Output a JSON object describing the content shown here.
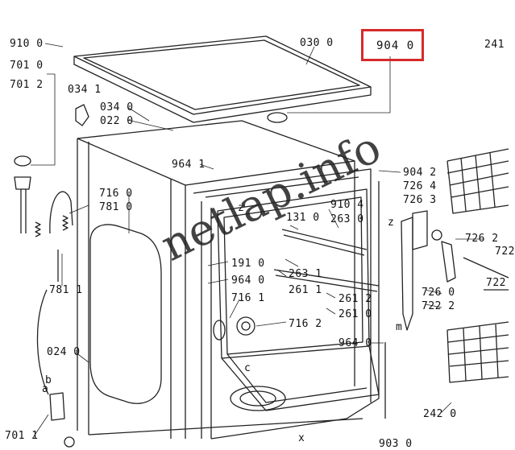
{
  "watermark": "netlap.info",
  "highlight_label": "904 0",
  "colors": {
    "highlight": "#d62a2a",
    "line": "#222222"
  },
  "labels": [
    {
      "key": "l910_0",
      "text": "910 0"
    },
    {
      "key": "l701_0",
      "text": "701 0"
    },
    {
      "key": "l701_2",
      "text": "701 2"
    },
    {
      "key": "l034_1",
      "text": "034 1"
    },
    {
      "key": "l034_0",
      "text": "034 0"
    },
    {
      "key": "l022_0",
      "text": "022 0"
    },
    {
      "key": "l030_0",
      "text": "030 0"
    },
    {
      "key": "l241",
      "text": "241"
    },
    {
      "key": "l964_1a",
      "text": "964 1"
    },
    {
      "key": "l904_2",
      "text": "904 2"
    },
    {
      "key": "l726_4",
      "text": "726 4"
    },
    {
      "key": "l726_3",
      "text": "726 3"
    },
    {
      "key": "l910_4",
      "text": "910 4"
    },
    {
      "key": "l263_0",
      "text": "263 0"
    },
    {
      "key": "l131_0",
      "text": "131 0"
    },
    {
      "key": "l716_0",
      "text": "716 0"
    },
    {
      "key": "l781_0",
      "text": "781 0"
    },
    {
      "key": "l726_2",
      "text": "726 2"
    },
    {
      "key": "l722a",
      "text": "722"
    },
    {
      "key": "l263_1",
      "text": "263 1"
    },
    {
      "key": "l261_1",
      "text": "261 1"
    },
    {
      "key": "l191_0",
      "text": "191 0"
    },
    {
      "key": "l964_0a",
      "text": "964 0"
    },
    {
      "key": "l781_1",
      "text": "781 1"
    },
    {
      "key": "l716_1",
      "text": "716 1"
    },
    {
      "key": "l716_2",
      "text": "716 2"
    },
    {
      "key": "l261_2",
      "text": "261 2"
    },
    {
      "key": "l261_0",
      "text": "261 0"
    },
    {
      "key": "l726_0",
      "text": "726 0"
    },
    {
      "key": "l722_2",
      "text": "722 2"
    },
    {
      "key": "l722b",
      "text": "722"
    },
    {
      "key": "l964_0b",
      "text": "964 0"
    },
    {
      "key": "l024_0",
      "text": "024 0"
    },
    {
      "key": "l242_0",
      "text": "242 0"
    },
    {
      "key": "l701_1",
      "text": "701 1"
    },
    {
      "key": "l903_0",
      "text": "903 0"
    },
    {
      "key": "la",
      "text": "a"
    },
    {
      "key": "lb",
      "text": "b"
    },
    {
      "key": "lc",
      "text": "c"
    },
    {
      "key": "lz1",
      "text": "z"
    },
    {
      "key": "lz2",
      "text": "z"
    },
    {
      "key": "lm",
      "text": "m"
    },
    {
      "key": "lx",
      "text": "x"
    }
  ]
}
